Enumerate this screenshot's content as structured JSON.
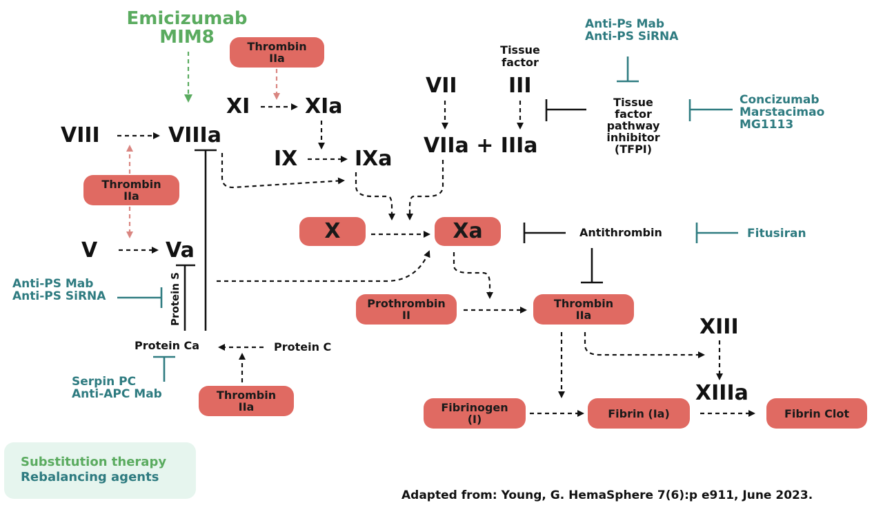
{
  "diagram": {
    "emicizumab": [
      "Emicizumab",
      "MIM8"
    ],
    "thrombin_top": [
      "Thrombin",
      "IIa"
    ],
    "thrombin_left": [
      "Thrombin",
      "IIa"
    ],
    "thrombin_bottom": [
      "Thrombin",
      "IIa"
    ],
    "thrombin_main": [
      "Thrombin",
      "IIa"
    ],
    "prothrombin": [
      "Prothrombin",
      "II"
    ],
    "fibrinogen": [
      "Fibrinogen",
      "(I)"
    ],
    "fibrin": "Fibrin (Ia)",
    "fibrin_clot": "Fibrin Clot",
    "factors": {
      "VIII": "VIII",
      "VIIIa": "VIIIa",
      "XI": "XI",
      "XIa": "XIa",
      "IX": "IX",
      "IXa": "IXa",
      "VII": "VII",
      "III": "III",
      "VIIa_IIIa": "VIIa + IIIa",
      "V": "V",
      "Va": "Va",
      "X": "X",
      "Xa": "Xa",
      "XIII": "XIII",
      "XIIIa": "XIIIa"
    },
    "tissue_factor": [
      "Tissue",
      "factor"
    ],
    "tfpi": [
      "Tissue",
      "factor",
      "pathway",
      "inhibitor",
      "(TFPI)"
    ],
    "anti_ps_top": [
      "Anti-Ps Mab",
      "Anti-PS SiRNA"
    ],
    "tfpi_inhibitors": [
      "Concizumab",
      "Marstacimao",
      "MG1113"
    ],
    "antithrombin": "Antithrombin",
    "fitusiran": "Fitusiran",
    "anti_ps_left": [
      "Anti-PS Mab",
      "Anti-PS SiRNA"
    ],
    "protein_s": "Protein S",
    "protein_ca": "Protein Ca",
    "protein_c": "Protein C",
    "serpin": [
      "Serpin PC",
      "Anti-APC Mab"
    ]
  },
  "legend": {
    "substitution": "Substitution therapy",
    "rebalancing": "Rebalancing agents"
  },
  "citation": "Adapted from: Young, G. HemaSphere 7(6):p e911, June 2023.",
  "colors": {
    "green": "#5aab5f",
    "teal": "#2e7b80",
    "box": "#e06a62",
    "pink_arrow": "#d98580",
    "legend_bg": "#e6f5ee"
  }
}
